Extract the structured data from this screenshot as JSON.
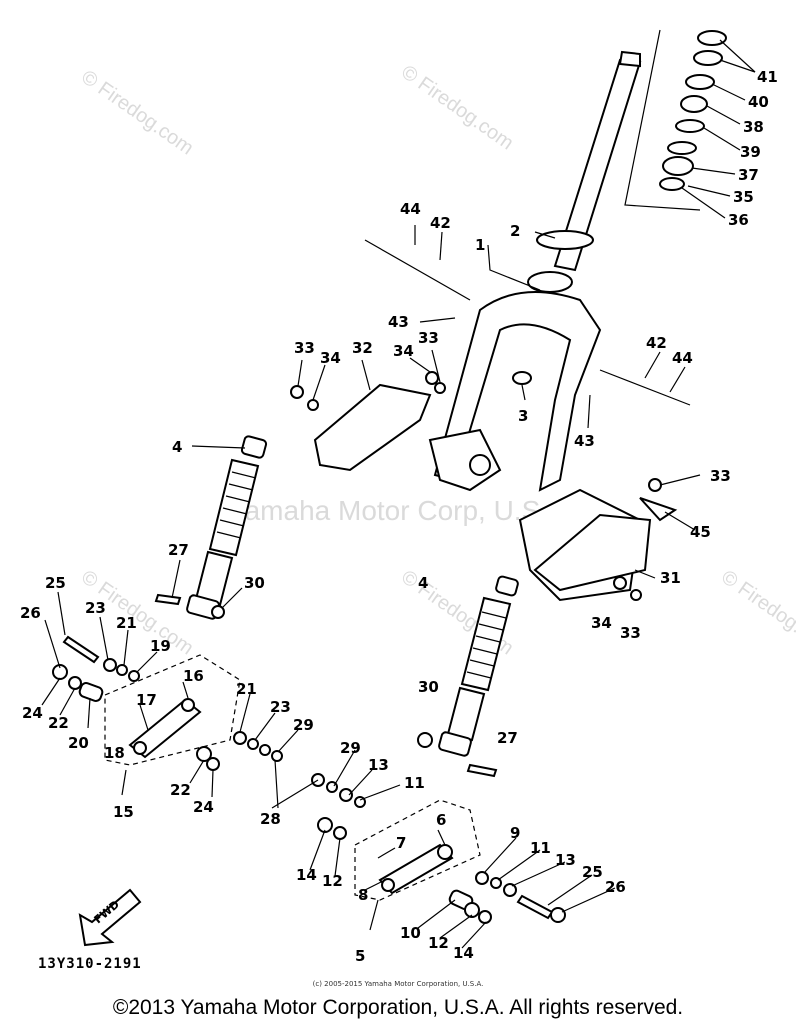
{
  "watermark": {
    "brand": "© Firedog.com",
    "center_text": "Yamaha Motor Corp, U.S.A."
  },
  "diagram": {
    "reference_code": "13Y310-2191",
    "fwd_label": "FWD",
    "callouts": [
      {
        "id": "c41",
        "text": "41"
      },
      {
        "id": "c40",
        "text": "40"
      },
      {
        "id": "c38",
        "text": "38"
      },
      {
        "id": "c39",
        "text": "39"
      },
      {
        "id": "c37",
        "text": "37"
      },
      {
        "id": "c35",
        "text": "35"
      },
      {
        "id": "c36",
        "text": "36"
      },
      {
        "id": "c2",
        "text": "2"
      },
      {
        "id": "c1",
        "text": "1"
      },
      {
        "id": "c44a",
        "text": "44"
      },
      {
        "id": "c42a",
        "text": "42"
      },
      {
        "id": "c43a",
        "text": "43"
      },
      {
        "id": "c33a",
        "text": "33"
      },
      {
        "id": "c34a",
        "text": "34"
      },
      {
        "id": "c32",
        "text": "32"
      },
      {
        "id": "c34b",
        "text": "34"
      },
      {
        "id": "c33b",
        "text": "33"
      },
      {
        "id": "c3",
        "text": "3"
      },
      {
        "id": "c42b",
        "text": "42"
      },
      {
        "id": "c44b",
        "text": "44"
      },
      {
        "id": "c43b",
        "text": "43"
      },
      {
        "id": "c4a",
        "text": "4"
      },
      {
        "id": "c33c",
        "text": "33"
      },
      {
        "id": "c45",
        "text": "45"
      },
      {
        "id": "c31",
        "text": "31"
      },
      {
        "id": "c27a",
        "text": "27"
      },
      {
        "id": "c30a",
        "text": "30"
      },
      {
        "id": "c25a",
        "text": "25"
      },
      {
        "id": "c26a",
        "text": "26"
      },
      {
        "id": "c23a",
        "text": "23"
      },
      {
        "id": "c21a",
        "text": "21"
      },
      {
        "id": "c19",
        "text": "19"
      },
      {
        "id": "c16",
        "text": "16"
      },
      {
        "id": "c17",
        "text": "17"
      },
      {
        "id": "c24a",
        "text": "24"
      },
      {
        "id": "c22a",
        "text": "22"
      },
      {
        "id": "c20",
        "text": "20"
      },
      {
        "id": "c18",
        "text": "18"
      },
      {
        "id": "c15",
        "text": "15"
      },
      {
        "id": "c22b",
        "text": "22"
      },
      {
        "id": "c24b",
        "text": "24"
      },
      {
        "id": "c21b",
        "text": "21"
      },
      {
        "id": "c23b",
        "text": "23"
      },
      {
        "id": "c29a",
        "text": "29"
      },
      {
        "id": "c28",
        "text": "28"
      },
      {
        "id": "c4b",
        "text": "4"
      },
      {
        "id": "c34c",
        "text": "34"
      },
      {
        "id": "c33d",
        "text": "33"
      },
      {
        "id": "c30b",
        "text": "30"
      },
      {
        "id": "c27b",
        "text": "27"
      },
      {
        "id": "c29b",
        "text": "29"
      },
      {
        "id": "c13a",
        "text": "13"
      },
      {
        "id": "c11a",
        "text": "11"
      },
      {
        "id": "c6",
        "text": "6"
      },
      {
        "id": "c7",
        "text": "7"
      },
      {
        "id": "c14a",
        "text": "14"
      },
      {
        "id": "c12a",
        "text": "12"
      },
      {
        "id": "c8",
        "text": "8"
      },
      {
        "id": "c5",
        "text": "5"
      },
      {
        "id": "c9",
        "text": "9"
      },
      {
        "id": "c11b",
        "text": "11"
      },
      {
        "id": "c13b",
        "text": "13"
      },
      {
        "id": "c25b",
        "text": "25"
      },
      {
        "id": "c26b",
        "text": "26"
      },
      {
        "id": "c10",
        "text": "10"
      },
      {
        "id": "c12b",
        "text": "12"
      },
      {
        "id": "c14b",
        "text": "14"
      }
    ]
  },
  "footer": {
    "small_copyright": "(c) 2005-2015 Yamaha Motor Corporation, U.S.A.",
    "copyright": "©2013 Yamaha Motor Corporation, U.S.A. All rights reserved."
  }
}
